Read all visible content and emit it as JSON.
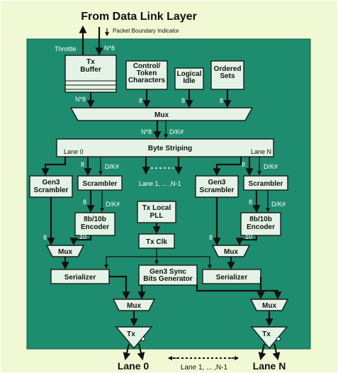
{
  "colors": {
    "panel": "#1e8c6e",
    "block_fill": "#e4f3e6",
    "outer_frame": "#f1f8d4",
    "ink": "#111111"
  },
  "header": {
    "title": "From Data Link Layer",
    "packet_indicator": "Packet Boundary Indicator",
    "throttle": "Throttle",
    "n8_top": "N*8"
  },
  "blocks": {
    "tx_buffer": "Tx Buffer",
    "control_tokens": "Control/ Token Characters",
    "logical_idle": "Logical Idle",
    "ordered_sets": "Ordered Sets",
    "mux_top": "Mux",
    "byte_striping": "Byte Striping",
    "gen3_scrambler": "Gen3 Scrambler",
    "scrambler": "Scrambler",
    "encoder": "8b/10b Encoder",
    "pll": "Tx Local PLL",
    "tx_clk": "Tx Clk",
    "mux_small": "Mux",
    "serializer": "Serializer",
    "sync_bits": "Gen3 Sync Bits Generator",
    "mux_out": "Mux",
    "tx": "Tx"
  },
  "signals": {
    "n8": "N*8",
    "eight": "8",
    "ten": "10",
    "dk": "D/K#",
    "lane0": "Lane 0",
    "laneN": "Lane N",
    "lanes_mid": "Lane 1, ... ,N-1"
  },
  "footer": {
    "lane0": "Lane 0",
    "lanes_mid": "Lane 1, ... ,N-1",
    "laneN": "Lane N"
  }
}
